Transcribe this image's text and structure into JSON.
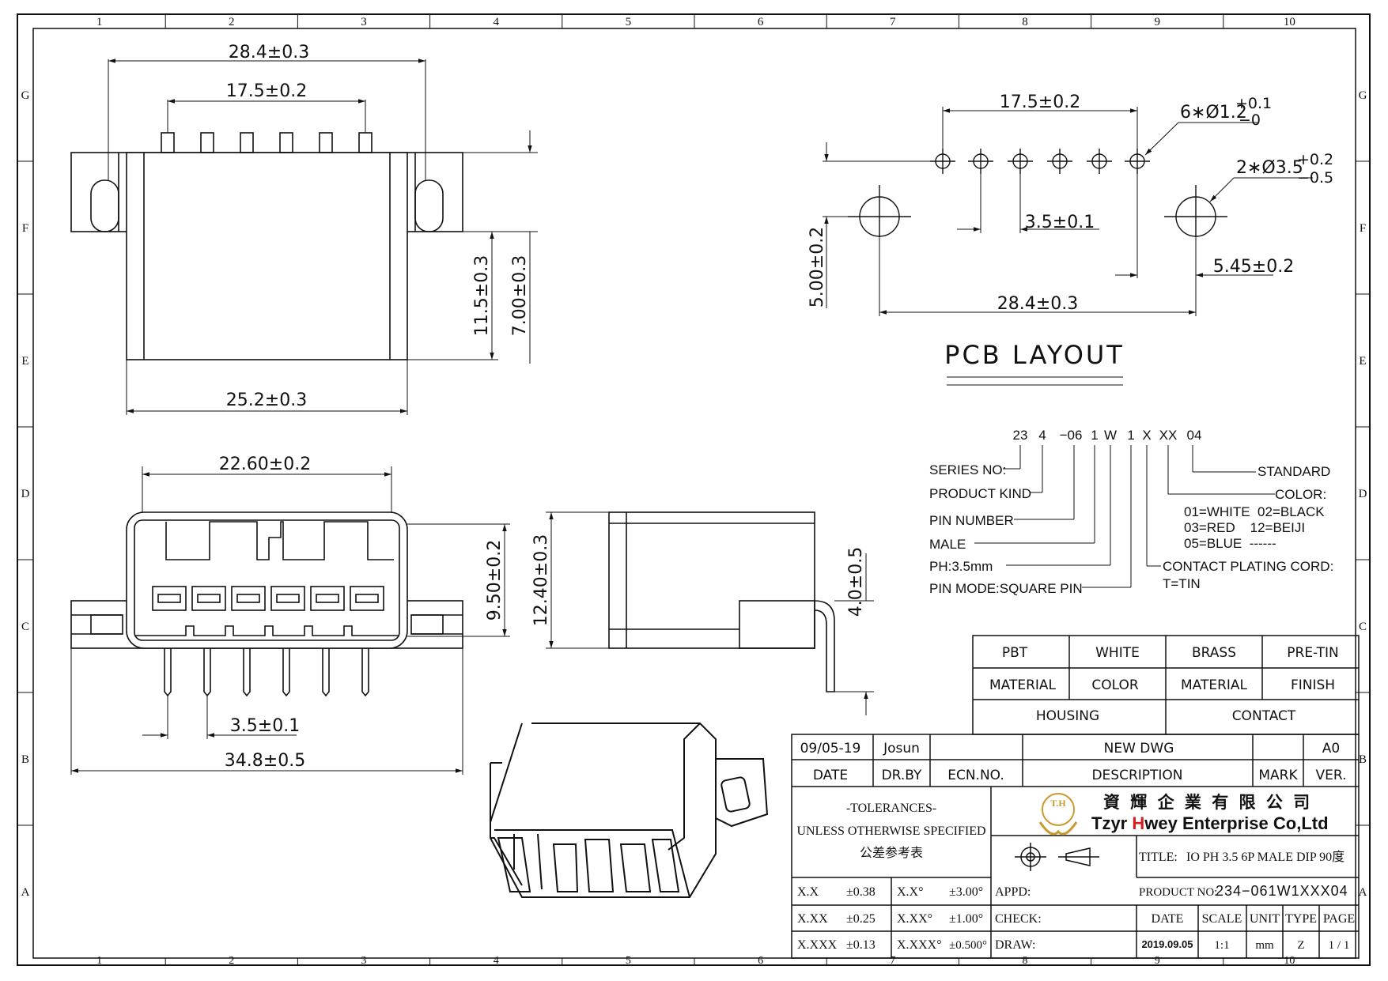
{
  "frame": {
    "columns": [
      "1",
      "2",
      "3",
      "4",
      "5",
      "6",
      "7",
      "8",
      "9",
      "10"
    ],
    "rows": [
      "G",
      "F",
      "E",
      "D",
      "C",
      "B",
      "A"
    ]
  },
  "dims": {
    "top_overall": "28.4±0.3",
    "top_pin_span": "17.5±0.2",
    "top_height_a": "11.5±0.3",
    "top_height_b": "7.00±0.3",
    "top_body_width": "25.2±0.3",
    "front_inner": "22.60±0.2",
    "front_height": "9.50±0.2",
    "front_pitch": "3.5±0.1",
    "front_overall": "34.8±0.5",
    "side_height": "12.40±0.3",
    "side_pin": "4.0±0.5",
    "pcb_pin_span": "17.5±0.2",
    "pcb_hole_small_base": "6∗Ø1.2",
    "pcb_hole_small_tol_up": "+0.1",
    "pcb_hole_small_tol_dn": "−0",
    "pcb_hole_large_base": "2∗Ø3.5",
    "pcb_hole_large_tol_up": "+0.2",
    "pcb_hole_large_tol_dn": "−0.5",
    "pcb_pitch": "3.5±0.1",
    "pcb_offset": "5.45±0.2",
    "pcb_overall": "28.4±0.3",
    "pcb_vertical": "5.00±0.2"
  },
  "pcb_layout_title": "PCB LAYOUT",
  "part_code": {
    "segments": [
      "23",
      "4",
      "−06",
      "1",
      "W",
      "1",
      "X",
      "XX",
      "04"
    ],
    "left_labels": [
      "SERIES NO:",
      "PRODUCT KIND",
      "PIN NUMBER",
      "MALE",
      "PH:3.5mm",
      "PIN MODE:SQUARE PIN"
    ],
    "standard": "STANDARD",
    "color_label": "COLOR:",
    "color_lines": [
      "01=WHITE  02=BLACK",
      "03=RED    12=BEIJI",
      "05=BLUE  ------"
    ],
    "plating": "CONTACT PLATING CORD:",
    "plating_value": "T=TIN"
  },
  "material_table": {
    "row1": [
      "PBT",
      "WHITE",
      "BRASS",
      "PRE-TIN"
    ],
    "row2": [
      "MATERIAL",
      "COLOR",
      "MATERIAL",
      "FINISH"
    ],
    "row3": [
      "HOUSING",
      "CONTACT"
    ]
  },
  "title_block": {
    "date_value": "09/05-19",
    "drawn_by_value": "Josun",
    "description_value": "NEW DWG",
    "version_value": "A0",
    "date_label": "DATE",
    "drawn_by_label": "DR.BY",
    "ecn_label": "ECN.NO.",
    "description_label": "DESCRIPTION",
    "mark_label": "MARK",
    "ver_label": "VER.",
    "tolerances_title": "-TOLERANCES-",
    "tolerances_sub": "UNLESS OTHERWISE SPECIFIED",
    "tolerances_cn": "公差参考表",
    "company_cn": "資 輝 企 業 有 限 公 司",
    "company_en_a": "Tzyr ",
    "company_en_b": "H",
    "company_en_c": "wey Enterprise Co,Ltd",
    "logo_text": "T.H",
    "title_label": "TITLE:",
    "title_value": "IO PH 3.5 6P MALE DIP 90度",
    "product_no_label": "PRODUCT NO:",
    "product_no_value": "234−061W1XXX04",
    "tol_rows": [
      [
        "X.X",
        "±0.38",
        "X.X°",
        "±3.00°"
      ],
      [
        "X.XX",
        "±0.25",
        "X.XX°",
        "±1.00°"
      ],
      [
        "X.XXX",
        "±0.13",
        "X.XXX°",
        "±0.500°"
      ]
    ],
    "appd_label": "APPD:",
    "check_label": "CHECK:",
    "draw_label": "DRAW:",
    "col_heads": [
      "DATE",
      "SCALE",
      "UNIT",
      "TYPE",
      "PAGE"
    ],
    "col_values": [
      "2019.09.05",
      "1:1",
      "mm",
      "Z",
      "1 / 1"
    ]
  },
  "colors": {
    "line": "#111111",
    "logo_gold": "#c99a2e",
    "logo_red": "#d42020"
  }
}
